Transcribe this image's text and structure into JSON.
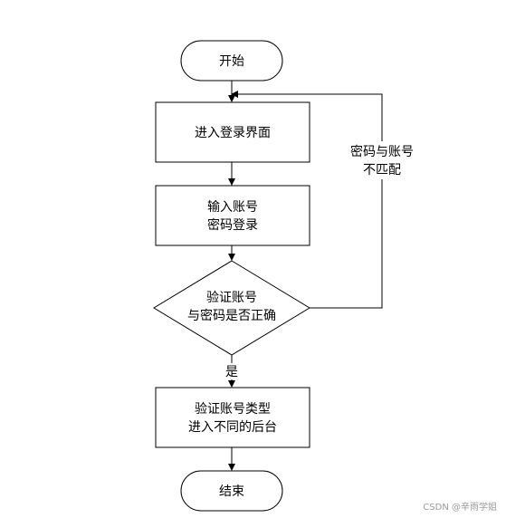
{
  "nodes": {
    "start": {
      "label": "开始"
    },
    "login_page": {
      "label": "进入登录界面"
    },
    "input_account": {
      "lines": [
        "输入账号",
        "密码登录"
      ]
    },
    "verify": {
      "lines": [
        "验证账号",
        "与密码是否正确"
      ]
    },
    "verify_type": {
      "lines": [
        "验证账号类型",
        "进入不同的后台"
      ]
    },
    "end": {
      "label": "结束"
    }
  },
  "edges": {
    "mismatch_label": [
      "密码与账号",
      "不匹配"
    ],
    "yes_label": "是"
  },
  "watermark": "CSDN @辛雨学姐"
}
